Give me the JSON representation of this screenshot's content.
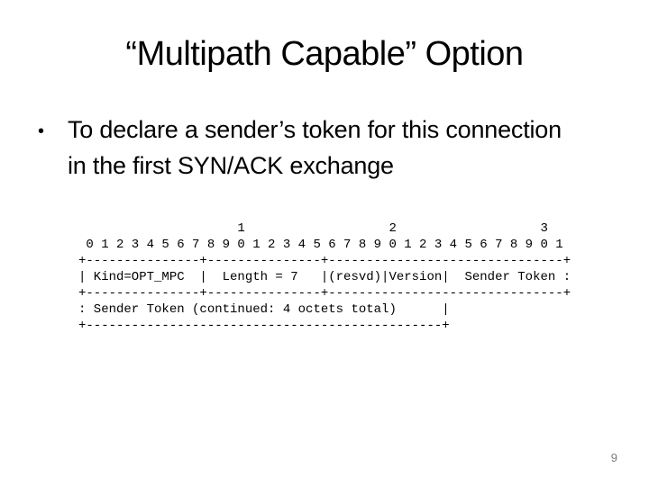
{
  "slide": {
    "title": "“Multipath Capable” Option",
    "bullet": {
      "marker": "•",
      "lines": [
        "To declare a sender’s token for this connection",
        "in the first SYN/ACK exchange"
      ]
    },
    "diagram": {
      "lines": [
        "                     1                   2                   3",
        " 0 1 2 3 4 5 6 7 8 9 0 1 2 3 4 5 6 7 8 9 0 1 2 3 4 5 6 7 8 9 0 1",
        "+---------------+---------------+-------------------------------+",
        "| Kind=OPT_MPC  |  Length = 7   |(resvd)|Version|  Sender Token :",
        "+---------------+---------------+-------------------------------+",
        ": Sender Token (continued: 4 octets total)      |",
        "+-----------------------------------------------+"
      ]
    },
    "page_number": "9",
    "colors": {
      "background": "#ffffff",
      "text": "#000000",
      "page_number": "#7b7b7b"
    }
  }
}
